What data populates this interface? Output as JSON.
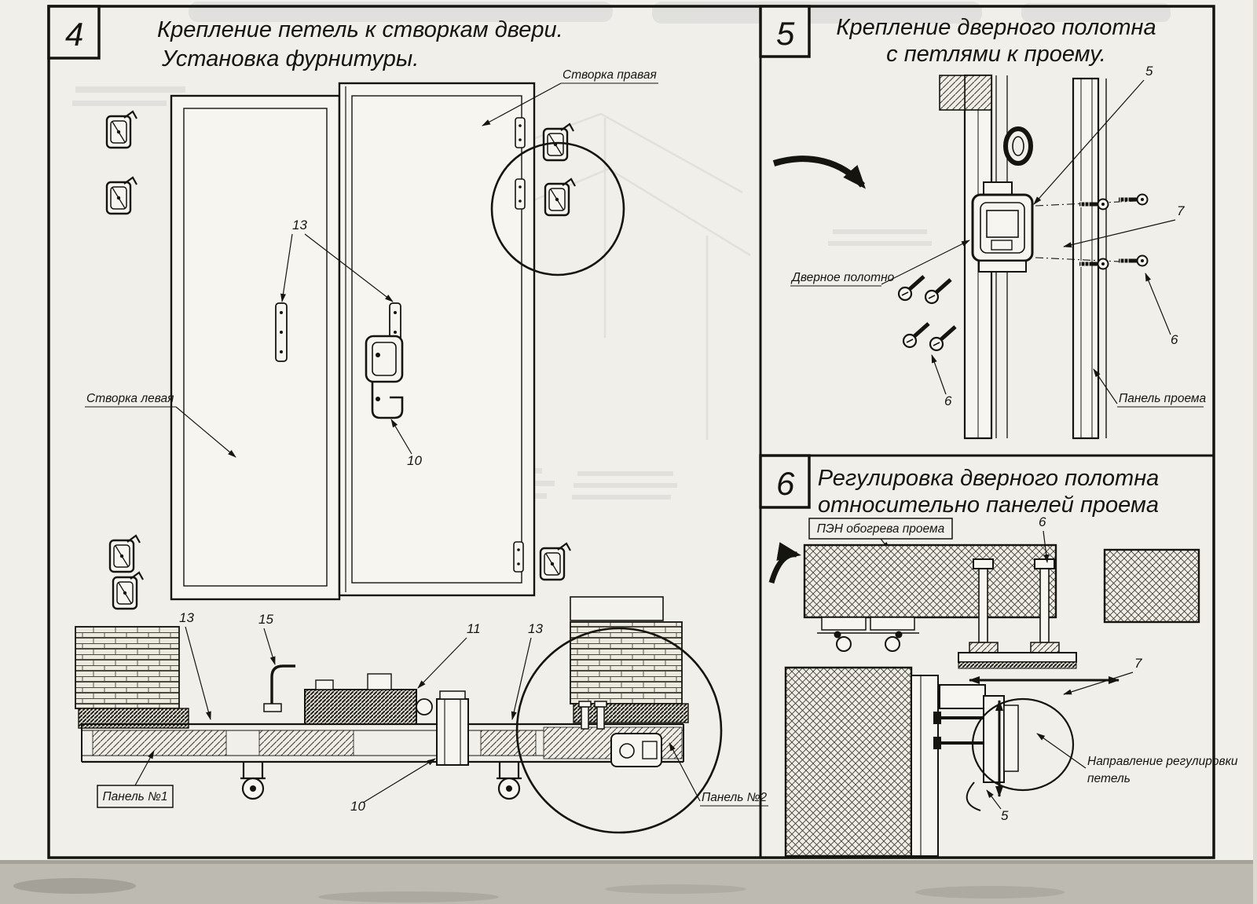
{
  "sheet": {
    "colors": {
      "paper": "#f1efe9",
      "ink": "#15150f",
      "scan_band": "#bdbab1"
    },
    "panel4": {
      "num": "4",
      "title1": "Крепление петель к створкам двери.",
      "title2": "Установка фурнитуры.",
      "label_leaf_right": "Створка правая",
      "label_leaf_left": "Створка левая",
      "label_panel1": "Панель №1",
      "label_panel2": "Панель №2",
      "c13_top": "13",
      "c10_mid": "10",
      "c13_sec1": "13",
      "c15": "15",
      "c11": "11",
      "c13_sec2": "13",
      "c10_sec": "10"
    },
    "panel5": {
      "num": "5",
      "title1": "Крепление дверного полотна",
      "title2": "с петлями к проему.",
      "label_door": "Дверное полотно",
      "label_frame": "Панель проема",
      "c5": "5",
      "c7": "7",
      "c6_right": "6",
      "c6_left": "6"
    },
    "panel6": {
      "num": "6",
      "title1": "Регулировка дверного полотна",
      "title2": "относительно панелей проема",
      "label_heater": "ПЭН обогрева проема",
      "label_dir1": "Направление регулировки",
      "label_dir2": "петель",
      "c6": "6",
      "c7": "7",
      "c5": "5"
    }
  }
}
